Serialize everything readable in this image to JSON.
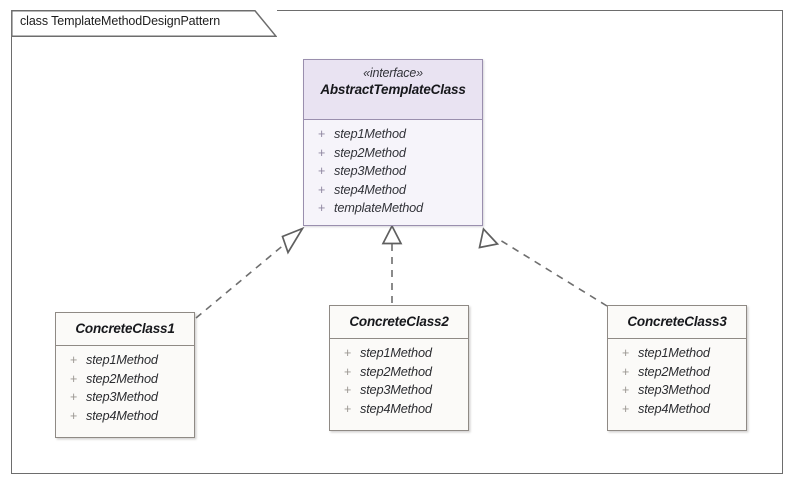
{
  "diagram": {
    "frame_title": "class TemplateMethodDesignPattern",
    "title_prefix": "class",
    "title_name": "TemplateMethodDesignPattern",
    "colors": {
      "frame_border": "#6d6d6d",
      "interface_fill": "#f6f4fa",
      "interface_header_fill": "#e9e3f2",
      "interface_border": "#9a8fae",
      "concrete_fill": "#fbfaf8",
      "concrete_border": "#8f8a85",
      "connector": "#6e6e6e",
      "canvas": "#ffffff"
    }
  },
  "interface": {
    "stereotype": "«interface»",
    "name": "AbstractTemplateClass",
    "members": [
      {
        "visibility": "+",
        "name": "step1Method"
      },
      {
        "visibility": "+",
        "name": "step2Method"
      },
      {
        "visibility": "+",
        "name": "step3Method"
      },
      {
        "visibility": "+",
        "name": "step4Method"
      },
      {
        "visibility": "+",
        "name": "templateMethod"
      }
    ]
  },
  "classes": [
    {
      "name": "ConcreteClass1",
      "members": [
        {
          "visibility": "+",
          "name": "step1Method"
        },
        {
          "visibility": "+",
          "name": "step2Method"
        },
        {
          "visibility": "+",
          "name": "step3Method"
        },
        {
          "visibility": "+",
          "name": "step4Method"
        }
      ]
    },
    {
      "name": "ConcreteClass2",
      "members": [
        {
          "visibility": "+",
          "name": "step1Method"
        },
        {
          "visibility": "+",
          "name": "step2Method"
        },
        {
          "visibility": "+",
          "name": "step3Method"
        },
        {
          "visibility": "+",
          "name": "step4Method"
        }
      ]
    },
    {
      "name": "ConcreteClass3",
      "members": [
        {
          "visibility": "+",
          "name": "step1Method"
        },
        {
          "visibility": "+",
          "name": "step2Method"
        },
        {
          "visibility": "+",
          "name": "step3Method"
        },
        {
          "visibility": "+",
          "name": "step4Method"
        }
      ]
    }
  ],
  "relationships": [
    {
      "type": "realization",
      "from": "ConcreteClass1",
      "to": "AbstractTemplateClass",
      "line": "dashed",
      "arrow": "hollow-triangle"
    },
    {
      "type": "realization",
      "from": "ConcreteClass2",
      "to": "AbstractTemplateClass",
      "line": "dashed",
      "arrow": "hollow-triangle"
    },
    {
      "type": "realization",
      "from": "ConcreteClass3",
      "to": "AbstractTemplateClass",
      "line": "dashed",
      "arrow": "hollow-triangle"
    }
  ]
}
